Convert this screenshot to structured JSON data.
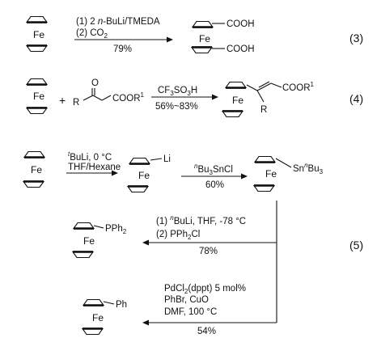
{
  "scheme3": {
    "cond1_pre": "(1) 2 ",
    "cond1_n": "n",
    "cond1_post": "-BuLi/TMEDA",
    "cond2_pre": "(2) CO",
    "cond2_sub": "2",
    "yield": "79%",
    "product_cooh_top": "COOH",
    "product_cooh_bottom": "COOH",
    "eq_label": "(3)"
  },
  "scheme4": {
    "plus": "+",
    "reagent_o": "O",
    "reagent_r": "R",
    "reagent_cooh": "COOR",
    "reagent_sup": "1",
    "cond_pre": "CF",
    "cond_sub1": "3",
    "cond_mid": "SO",
    "cond_sub2": "3",
    "cond_post": "H",
    "yield": "56%~83%",
    "product_cooh": "COOR",
    "product_sup": "1",
    "product_r": "R",
    "eq_label": "(4)"
  },
  "scheme5": {
    "step1_sup": "t",
    "step1_cond1": "BuLi, 0 °C",
    "step1_cond2": "THF/Hexane",
    "li_label": "Li",
    "step2_sup": "n",
    "step2_pre": "Bu",
    "step2_sub": "3",
    "step2_post": "SnCl",
    "step2_yield": "60%",
    "sn_label_pre": "Sn",
    "sn_sup": "n",
    "sn_bu": "Bu",
    "sn_sub": "3",
    "step3_cond1_pre": "(1) ",
    "step3_cond1_sup": "n",
    "step3_cond1_post": "BuLi, THF, -78 °C",
    "step3_cond2_pre": "(2) PPh",
    "step3_cond2_sub": "2",
    "step3_cond2_post": "Cl",
    "step3_yield": "78%",
    "pph2_pre": "PPh",
    "pph2_sub": "2",
    "step4_cond1_pre": "PdCl",
    "step4_cond1_sub": "2",
    "step4_cond1_post": "(dppt) 5 mol%",
    "step4_cond2": "PhBr, CuO",
    "step4_cond3": "DMF, 100 °C",
    "step4_yield": "54%",
    "ph_label": "Ph",
    "eq_label": "(5)"
  },
  "fe": "Fe"
}
